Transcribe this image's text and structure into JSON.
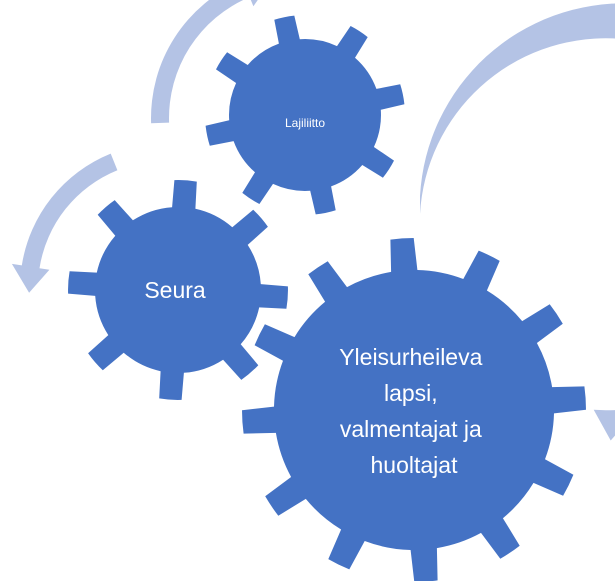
{
  "colors": {
    "gear": "#4472c4",
    "arrow": "#b4c3e5",
    "label": "#ffffff",
    "background": "#ffffff"
  },
  "gears": {
    "top": {
      "label_lines": [
        "Lajiliitto"
      ]
    },
    "left": {
      "label_lines": [
        "Seura"
      ]
    },
    "main": {
      "label_lines": [
        "Yleisurheileva",
        "lapsi,",
        "valmentajat ja",
        "huoltajat"
      ]
    }
  }
}
